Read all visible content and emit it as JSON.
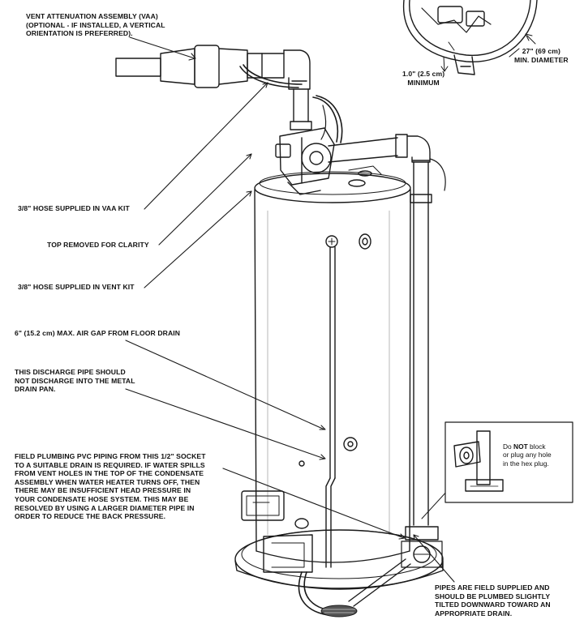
{
  "labels": {
    "vaa": [
      "VENT ATTENUATION ASSEMBLY (VAA)",
      "(OPTIONAL - IF INSTALLED, A VERTICAL",
      "ORIENTATION IS PREFERRED)."
    ],
    "min_clearance": [
      "1.0\" (2.5 cm)",
      "MINIMUM"
    ],
    "min_diameter": [
      "27\" (69 cm)",
      "MIN. DIAMETER"
    ],
    "hose_vaa": "3/8\" HOSE SUPPLIED IN VAA KIT",
    "top_removed": "TOP REMOVED FOR CLARITY",
    "hose_vent": "3/8\" HOSE SUPPLIED IN VENT KIT",
    "air_gap": "6\" (15.2 cm) MAX. AIR GAP FROM FLOOR DRAIN",
    "discharge": [
      "THIS DISCHARGE PIPE SHOULD",
      "NOT DISCHARGE INTO THE METAL",
      "DRAIN PAN."
    ],
    "field_plumbing": [
      "FIELD PLUMBING PVC PIPING FROM THIS 1/2\" SOCKET",
      "TO A SUITABLE DRAIN IS REQUIRED. IF WATER SPILLS",
      "FROM VENT HOLES IN THE TOP OF THE CONDENSATE",
      "ASSEMBLY WHEN WATER HEATER TURNS OFF, THEN",
      "THERE MAY BE INSUFFICIENT HEAD PRESSURE IN",
      "YOUR CONDENSATE HOSE SYSTEM. THIS MAY BE",
      "RESOLVED BY USING A LARGER DIAMETER PIPE IN",
      "ORDER TO REDUCE THE BACK PRESSURE."
    ],
    "pipes_field": [
      "PIPES ARE FIELD SUPPLIED AND",
      "SHOULD BE PLUMBED SLIGHTLY",
      "TILTED DOWNWARD TOWARD AN",
      "APPROPRIATE DRAIN."
    ]
  },
  "inset": {
    "line1_prefix": "Do ",
    "line1_bold": "NOT",
    "line1_suffix": " block",
    "line2": "or plug any hole",
    "line3": "in the hex plug."
  }
}
